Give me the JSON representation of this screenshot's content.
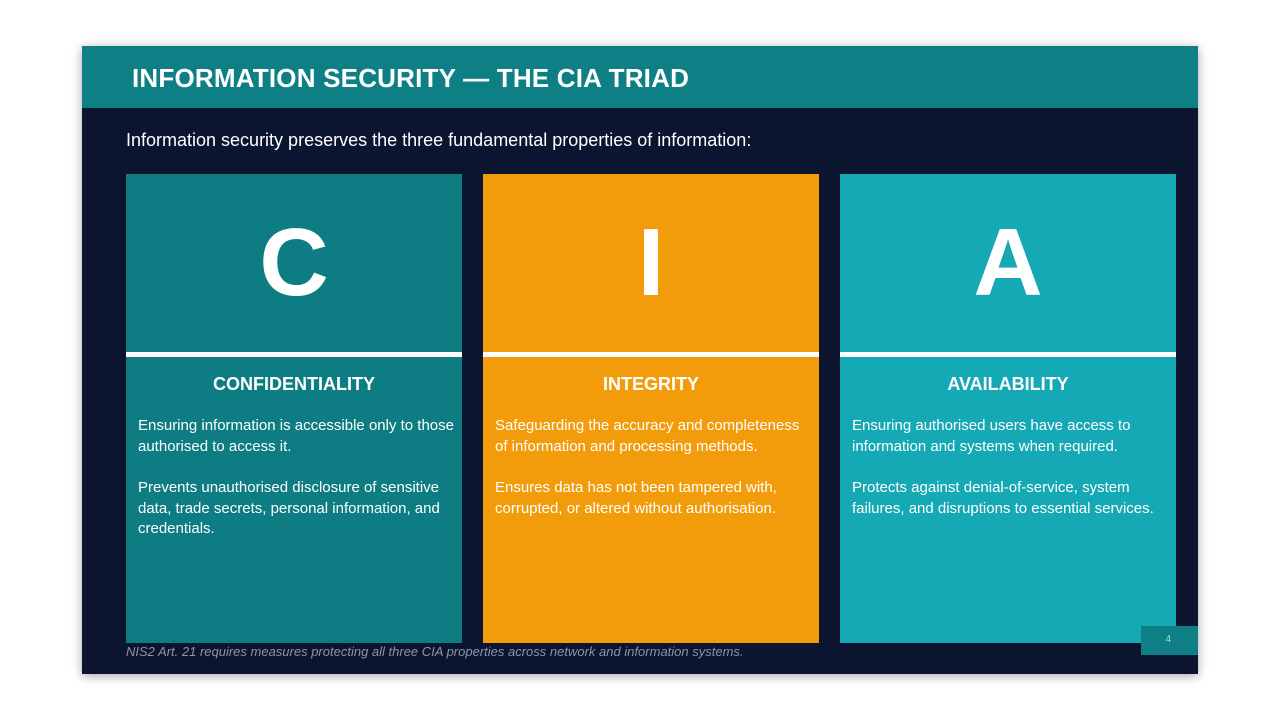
{
  "slide": {
    "title": "INFORMATION SECURITY — THE CIA TRIAD",
    "intro": "Information security preserves the three fundamental properties of information:",
    "footnote": "NIS2 Art. 21 requires measures protecting all three CIA properties across network and information systems.",
    "page_number": "4"
  },
  "cards": [
    {
      "letter": "C",
      "heading": "CONFIDENTIALITY",
      "para1": "Ensuring information is accessible only to those authorised to access it.",
      "para2": "Prevents unauthorised disclosure of sensitive data, trade secrets, personal information, and credentials.",
      "color": "#0e7d83"
    },
    {
      "letter": "I",
      "heading": "INTEGRITY",
      "para1": "Safeguarding the accuracy and completeness of information and processing methods.",
      "para2": "Ensures data has not been tampered with, corrupted, or altered without authorisation.",
      "color": "#f39c0b"
    },
    {
      "letter": "A",
      "heading": "AVAILABILITY",
      "para1": "Ensuring authorised users have access to information and systems when required.",
      "para2": "Protects against denial-of-service, system failures, and disruptions to essential services.",
      "color": "#15a9b5"
    }
  ],
  "colors": {
    "background": "#0b1530",
    "title_bar": "#0e7f85",
    "footnote_text": "#8a94ab"
  }
}
